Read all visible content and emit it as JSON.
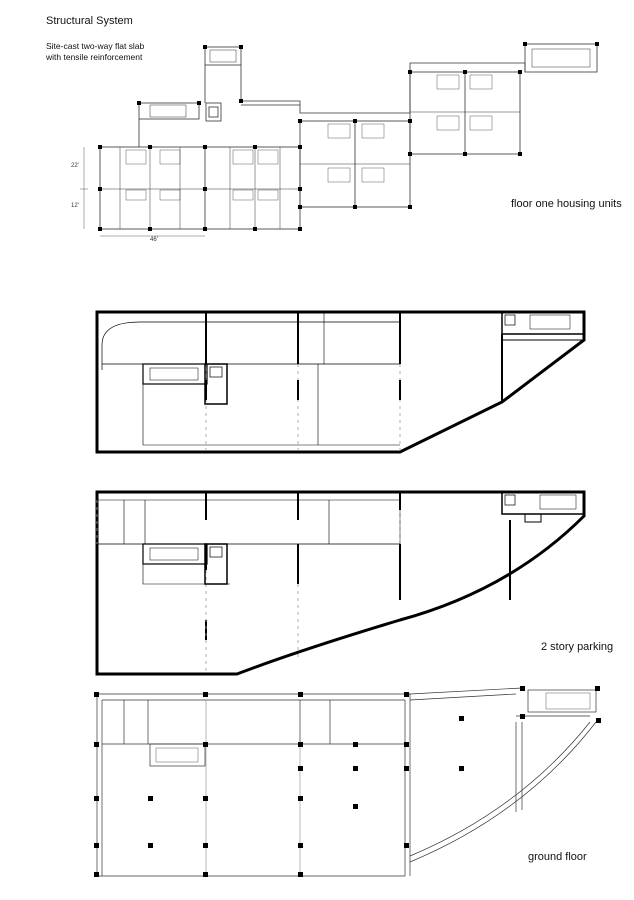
{
  "header": {
    "title": "Structural System",
    "subtitle_line1": "Site-cast two-way flat slab",
    "subtitle_line2": "with tensile reinforcement"
  },
  "labels": {
    "floor_one": "floor one housing units",
    "parking": "2 story parking",
    "ground": "ground floor"
  },
  "dimensions": {
    "d22": "22'",
    "d12": "12'",
    "d46": "46'"
  },
  "colors": {
    "line": "#000000",
    "thin": "#444444",
    "dash": "#999999"
  }
}
